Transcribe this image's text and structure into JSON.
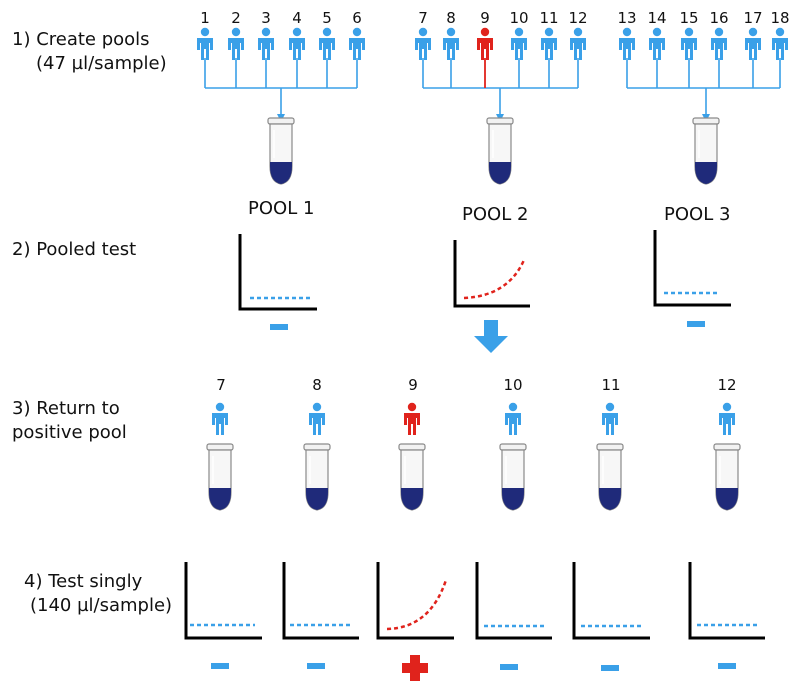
{
  "colors": {
    "negative": "#3aa0e8",
    "positive": "#e0231c",
    "connector": "#3aa0e8",
    "tube_liquid": "#1f2a7a",
    "axis": "#000000"
  },
  "icons": {
    "person": "person-icon",
    "tube": "sample-tube-icon",
    "chart": "amplification-curve-chart",
    "minus": "minus-icon",
    "plus": "plus-icon",
    "arrow": "arrow-down-icon"
  },
  "steps": [
    {
      "label_line1": "1)  Create pools",
      "label_line2": "(47 µl/sample)"
    },
    {
      "label_line1": "2) Pooled test"
    },
    {
      "label_line1": "3) Return to",
      "label_line2": "positive pool"
    },
    {
      "label_line1": "4) Test singly",
      "label_line2": "(140 µl/sample)"
    }
  ],
  "samples": [
    {
      "id": "1",
      "status": "negative"
    },
    {
      "id": "2",
      "status": "negative"
    },
    {
      "id": "3",
      "status": "negative"
    },
    {
      "id": "4",
      "status": "negative"
    },
    {
      "id": "5",
      "status": "negative"
    },
    {
      "id": "6",
      "status": "negative"
    },
    {
      "id": "7",
      "status": "negative"
    },
    {
      "id": "8",
      "status": "negative"
    },
    {
      "id": "9",
      "status": "positive"
    },
    {
      "id": "10",
      "status": "negative"
    },
    {
      "id": "11",
      "status": "negative"
    },
    {
      "id": "12",
      "status": "negative"
    },
    {
      "id": "13",
      "status": "negative"
    },
    {
      "id": "14",
      "status": "negative"
    },
    {
      "id": "15",
      "status": "negative"
    },
    {
      "id": "16",
      "status": "negative"
    },
    {
      "id": "17",
      "status": "negative"
    },
    {
      "id": "18",
      "status": "negative"
    }
  ],
  "pools": [
    {
      "label": "POOL 1",
      "members": [
        "1",
        "2",
        "3",
        "4",
        "5",
        "6"
      ],
      "result": "negative"
    },
    {
      "label": "POOL 2",
      "members": [
        "7",
        "8",
        "9",
        "10",
        "11",
        "12"
      ],
      "result": "positive"
    },
    {
      "label": "POOL 3",
      "members": [
        "13",
        "14",
        "15",
        "16",
        "17",
        "18"
      ],
      "result": "negative"
    }
  ],
  "retest": [
    {
      "id": "7",
      "status": "negative"
    },
    {
      "id": "8",
      "status": "negative"
    },
    {
      "id": "9",
      "status": "positive"
    },
    {
      "id": "10",
      "status": "negative"
    },
    {
      "id": "11",
      "status": "negative"
    },
    {
      "id": "12",
      "status": "negative"
    }
  ]
}
